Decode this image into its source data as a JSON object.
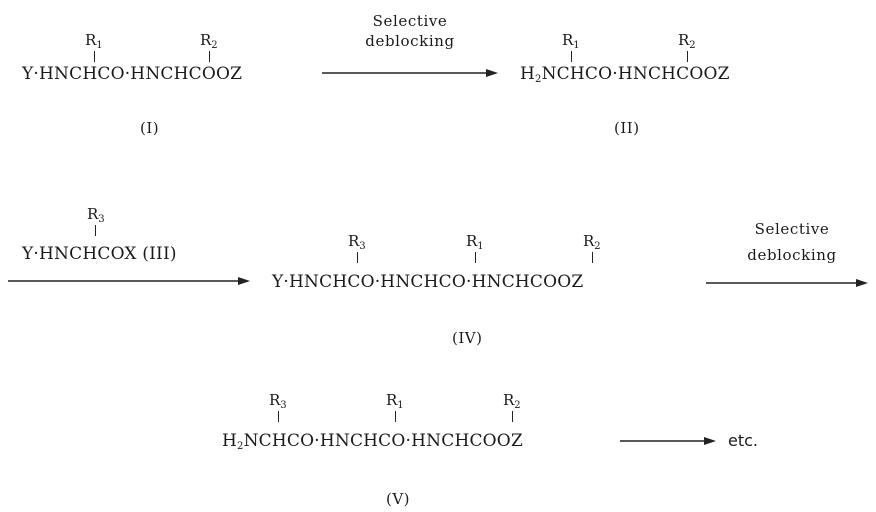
{
  "scheme": {
    "compound_I": {
      "r_left": "R",
      "r_left_sub": "1",
      "r_right": "R",
      "r_right_sub": "2",
      "formula": "Y·HNCHCO·HNCHCOOZ",
      "label": "(I)"
    },
    "arrow_1": {
      "line1": "Selective",
      "line2": "deblocking"
    },
    "compound_II": {
      "r_left": "R",
      "r_left_sub": "1",
      "r_right": "R",
      "r_right_sub": "2",
      "formula_pre": "H",
      "formula_pre_sub": "2",
      "formula": "NCHCO·HNCHCOOZ",
      "label": "(II)"
    },
    "arrow_2": {
      "r": "R",
      "r_sub": "3",
      "reagent": "Y·HNCHCOX (III)"
    },
    "compound_IV": {
      "r_a": "R",
      "r_a_sub": "3",
      "r_b": "R",
      "r_b_sub": "1",
      "r_c": "R",
      "r_c_sub": "2",
      "formula": "Y·HNCHCO·HNCHCO·HNCHCOOZ",
      "label": "(IV)"
    },
    "arrow_3": {
      "line1": "Selective",
      "line2": "deblocking"
    },
    "compound_V": {
      "r_a": "R",
      "r_a_sub": "3",
      "r_b": "R",
      "r_b_sub": "1",
      "r_c": "R",
      "r_c_sub": "2",
      "formula_pre": "H",
      "formula_pre_sub": "2",
      "formula": "NCHCO·HNCHCO·HNCHCOOZ",
      "label": "(V)"
    },
    "arrow_4": {
      "trail": "etc."
    }
  }
}
